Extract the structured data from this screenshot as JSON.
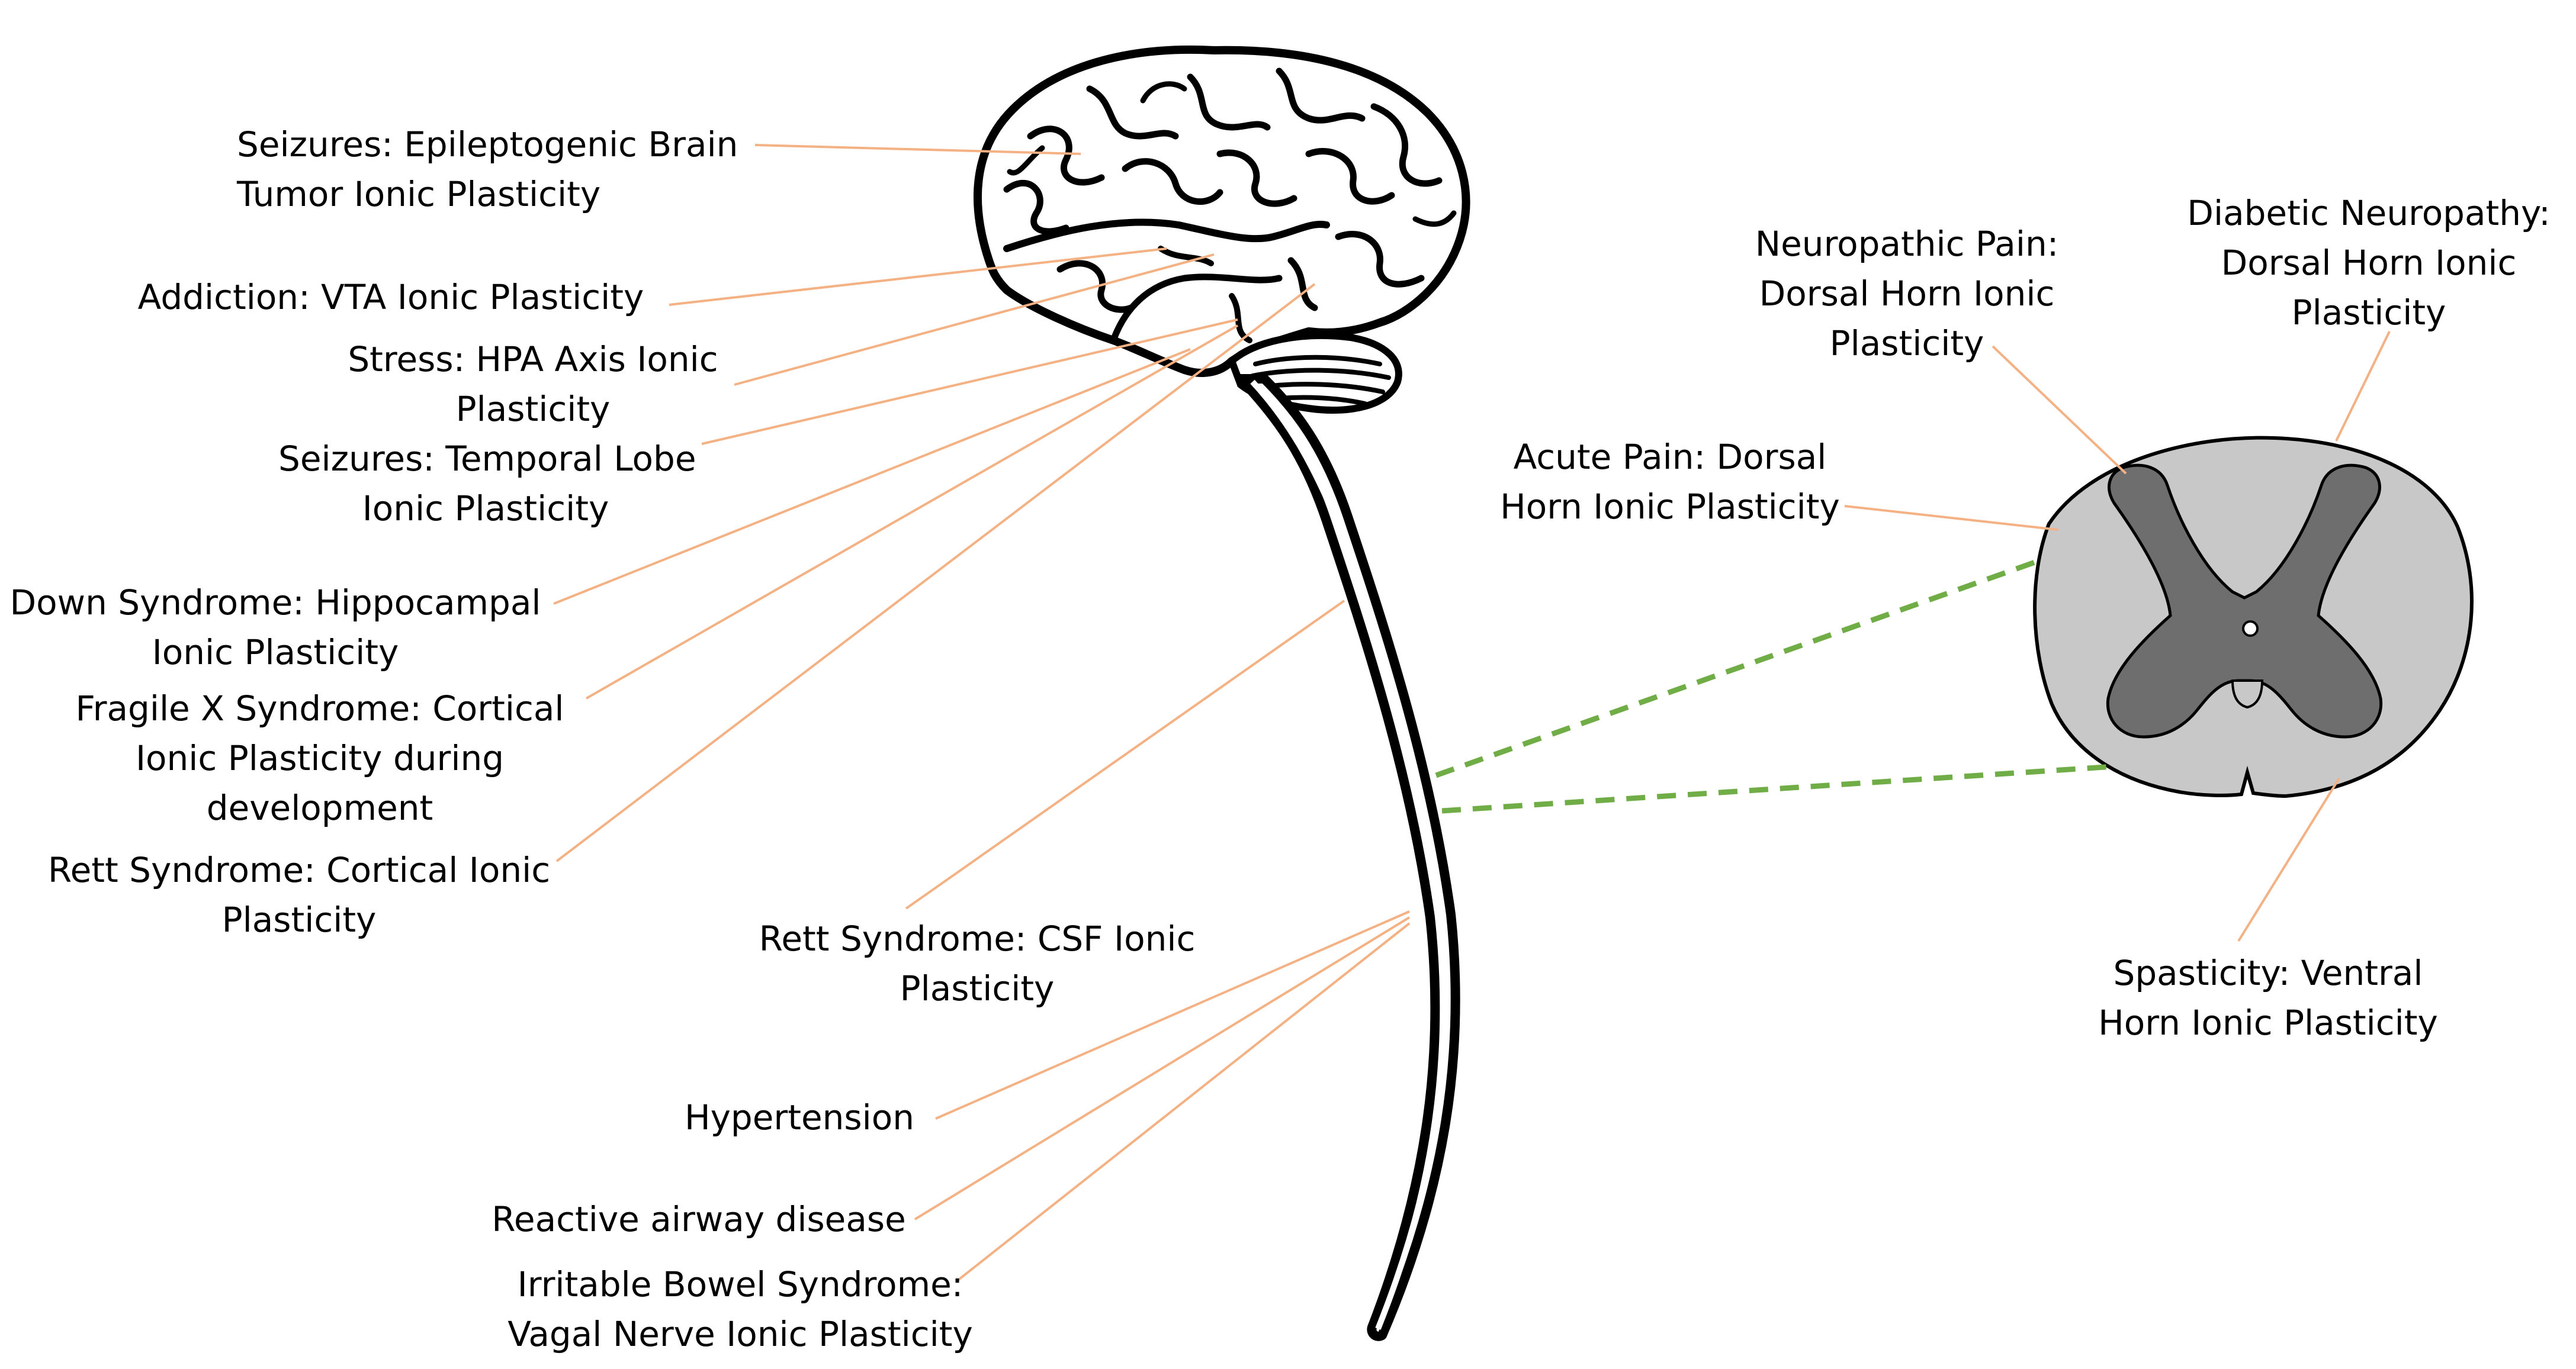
{
  "colors": {
    "leader_line": "#f4b183",
    "dashed_line": "#70ad47",
    "white_matter": "#c8c8c8",
    "gray_matter": "#6e6e6e",
    "outline": "#000000",
    "background": "#ffffff"
  },
  "icons": {
    "brain": "brain-icon",
    "spinal_cord": "spinal-cord-icon",
    "cross_section": "spinal-cord-cross-section-icon"
  },
  "labels": {
    "seizures_tumor": [
      "Seizures: Epileptogenic Brain",
      "Tumor Ionic Plasticity"
    ],
    "addiction": [
      "Addiction: VTA Ionic Plasticity"
    ],
    "stress": [
      "Stress: HPA Axis Ionic",
      "Plasticity"
    ],
    "seizures_temporal": [
      "Seizures: Temporal Lobe",
      "Ionic Plasticity"
    ],
    "down_syndrome": [
      "Down Syndrome: Hippocampal",
      "Ionic Plasticity"
    ],
    "fragile_x": [
      "Fragile X Syndrome: Cortical",
      "Ionic Plasticity during",
      "development"
    ],
    "rett_cortical": [
      "Rett Syndrome: Cortical Ionic",
      "Plasticity"
    ],
    "rett_csf": [
      "Rett Syndrome: CSF Ionic",
      "Plasticity"
    ],
    "hypertension": [
      "Hypertension"
    ],
    "reactive_airway": [
      "Reactive airway disease"
    ],
    "ibs": [
      "Irritable Bowel Syndrome:",
      "Vagal Nerve Ionic Plasticity"
    ],
    "neuropathic_pain": [
      "Neuropathic Pain:",
      "Dorsal Horn Ionic",
      "Plasticity"
    ],
    "diabetic_neuropathy": [
      "Diabetic Neuropathy:",
      "Dorsal Horn Ionic",
      "Plasticity"
    ],
    "acute_pain": [
      "Acute Pain: Dorsal",
      "Horn Ionic Plasticity"
    ],
    "spasticity": [
      "Spasticity: Ventral",
      "Horn Ionic Plasticity"
    ]
  }
}
